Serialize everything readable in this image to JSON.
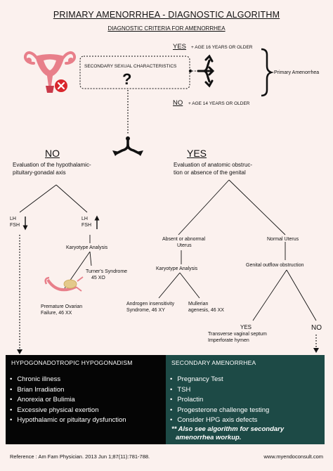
{
  "title": "PRIMARY AMENORRHEA - DIAGNOSTIC ALGORITHM",
  "subtitle": "DIAGNOSTIC CRITERIA FOR AMENORRHEA",
  "criteria": {
    "yes_label": "YES",
    "yes_text": "+ AGE 16 YEARS OR OLDER",
    "no_label": "NO",
    "no_text": "+ AGE 14 YEARS OR OLDER",
    "box_text": "SECONDARY SEXUAL CHARACTERISTICS",
    "question": "?",
    "bracket_label": "Primary Amenorrhea"
  },
  "no_branch": {
    "label": "NO",
    "desc_line1": "Evaluation of the hypothalamic-",
    "desc_line2": "pituitary-gonadal axis",
    "low_lh": "LH",
    "low_fsh": "FSH",
    "high_lh": "LH",
    "high_fsh": "FSH",
    "karyotype": "Karyotype Analysis",
    "turner_line1": "Turner's Syndrome",
    "turner_line2": "45 XO",
    "pof_line1": "Premature Ovarian",
    "pof_line2": "Failure, 46 XX"
  },
  "yes_branch": {
    "label": "YES",
    "desc_line1": "Evaluation of anatomic obstruc-",
    "desc_line2": "tion or absence of the genital",
    "absent_line1": "Absent or abnormal",
    "absent_line2": "Uterus",
    "normal": "Normal Uterus",
    "karyotype": "Karyotype Analysis",
    "outflow": "Genital outflow obstruction",
    "ais_line1": "Androgen insensitivity",
    "ais_line2": "Syndrome, 46 XY",
    "mull_line1": "Mullerian",
    "mull_line2": "agenesis, 46 XX",
    "yes": "YES",
    "septum": "Transverse vaginal septum",
    "hymen": "Imperforate hymen",
    "no": "NO"
  },
  "hypo_box": {
    "heading": "HYPOGONADOTROPIC HYPOGONADISM",
    "items": [
      "Chronic illness",
      "Brian Irradiation",
      "Anorexia or Bulimia",
      "Excessive physical exertion",
      "Hypothalamic or pituitary dysfunction"
    ]
  },
  "secondary_box": {
    "heading": "SECONDARY AMENORRHEA",
    "items": [
      "Pregnancy Test",
      "TSH",
      "Prolactin",
      "Progesterone challenge testing",
      "Consider HPG axis defects"
    ],
    "note_line1": "** Also see algorithm for secondary",
    "note_line2": "amenorrhea workup."
  },
  "footer": {
    "reference": "Reference : Am Fam Physician. 2013 Jun 1;87(11):781-788.",
    "site": "www.myendoconsult.com"
  },
  "colors": {
    "background": "#fbf1ee",
    "uterus": "#e87f8a",
    "cross": "#d9262c",
    "teal_box": "#1d4a46",
    "black_box": "#050505"
  }
}
